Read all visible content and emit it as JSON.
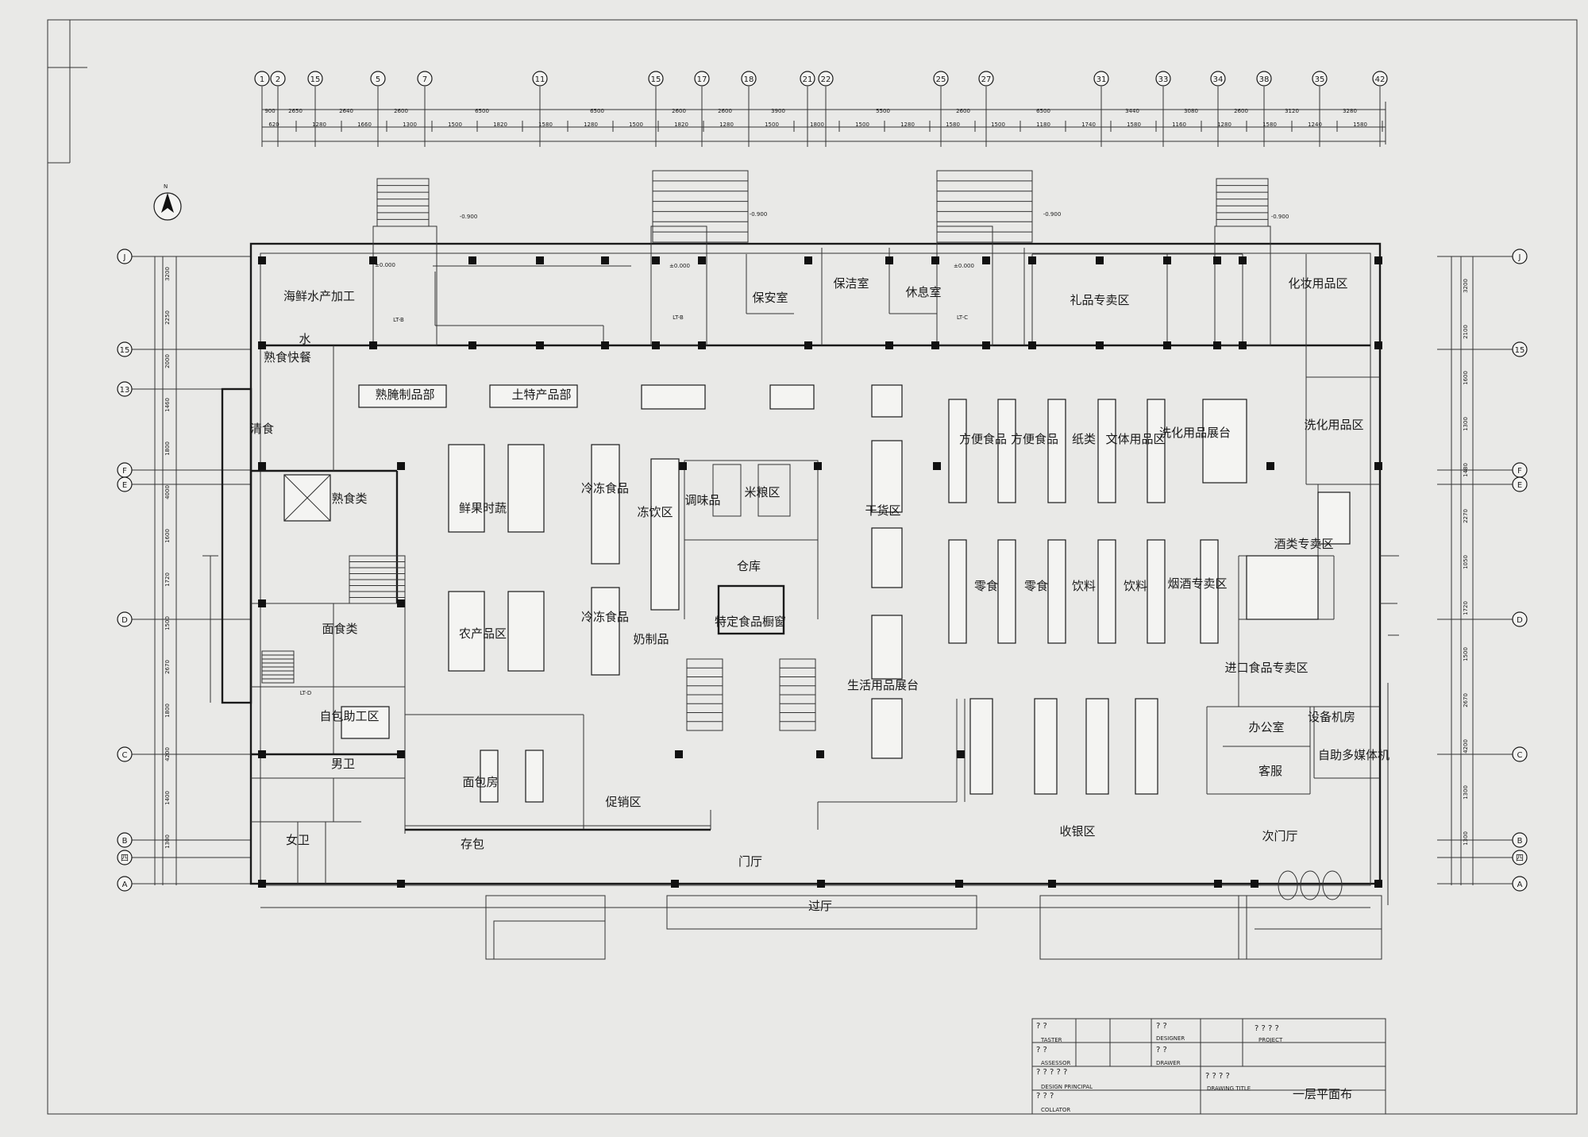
{
  "drawing": {
    "grid_top": [
      "1",
      "2",
      "15",
      "5",
      "7",
      "11",
      "15",
      "17",
      "18",
      "21",
      "22",
      "25",
      "27",
      "31",
      "33",
      "34",
      "38",
      "35",
      "42"
    ],
    "grid_left": [
      "J",
      "15",
      "13",
      "F",
      "E",
      "D",
      "C",
      "B",
      "四",
      "A"
    ],
    "grid_right": [
      "J",
      "15",
      "F",
      "E",
      "D",
      "C",
      "B",
      "四",
      "A"
    ],
    "dims_top_row1": [
      "900",
      "2650",
      "2640",
      "2600",
      "6500",
      "6500",
      "2600",
      "2600",
      "3900",
      "5500",
      "2600",
      "6500",
      "3440",
      "3080",
      "2600",
      "3120",
      "3280"
    ],
    "dims_top_row2": [
      "620",
      "1280",
      "1660",
      "1300",
      "1500",
      "1820",
      "1580",
      "1280",
      "1500",
      "1820",
      "1280",
      "1500",
      "1800",
      "1500",
      "1280",
      "1580",
      "1500",
      "1180",
      "1740",
      "1580",
      "1160",
      "1280",
      "1580",
      "1240",
      "1580"
    ],
    "dims_left": [
      "3200",
      "2250",
      "2000",
      "1460",
      "1800",
      "4000",
      "1600",
      "1720",
      "1500",
      "2670",
      "1800",
      "4200",
      "1400",
      "1300"
    ],
    "dims_right": [
      "3200",
      "2100",
      "1600",
      "1300",
      "1480",
      "2270",
      "1050",
      "1720",
      "1500",
      "2670",
      "4200",
      "1300",
      "1300"
    ],
    "elev": [
      "-0.900",
      "-0.900",
      "-0.900",
      "-0.900",
      "±0.000",
      "±0.000",
      "±0.000"
    ],
    "north": "N",
    "zones": [
      "海鲜水产加工",
      "熟食快餐",
      "水",
      "清食",
      "熟食类",
      "面食类",
      "自包助工区",
      "男卫",
      "女卫",
      "熟腌制品部",
      "土特产品部",
      "鲜果时蔬",
      "农产品区",
      "冷冻食品",
      "冷冻食品",
      "冻饮区",
      "调味品",
      "米粮区",
      "仓库",
      "特定食品橱窗",
      "奶制品",
      "干货区",
      "生活用品展台",
      "面包房",
      "促销区",
      "存包",
      "门厅",
      "过厅",
      "保安室",
      "保洁室",
      "休息室",
      "礼品专卖区",
      "化妆用品区",
      "方便食品",
      "方便食品",
      "纸类",
      "文体用品区",
      "洗化用品展台",
      "洗化用品区",
      "零食",
      "零食",
      "饮料",
      "饮料",
      "烟酒专卖区",
      "酒类专卖区",
      "进口食品专卖区",
      "办公室",
      "设备机房",
      "自助多媒体机",
      "客服",
      "收银区",
      "次门厅"
    ],
    "stair_labels": [
      "LT-B",
      "LT-B",
      "LT-C",
      "LT-D"
    ]
  },
  "title_block": {
    "rows": [
      {
        "cn": "? ?",
        "en": "TASTER"
      },
      {
        "cn": "? ?",
        "en": "ASSESSOR"
      },
      {
        "cn": "? ? ? ? ?",
        "en": "DESIGN PRINCIPAL"
      },
      {
        "cn": "? ? ?",
        "en": "COLLATOR"
      }
    ],
    "designer": {
      "cn": "? ?",
      "en": "DESIGNER"
    },
    "drawer": {
      "cn": "? ?",
      "en": "DRAWER"
    },
    "project": {
      "cn": "? ? ? ?",
      "en": "PROJECT"
    },
    "drawing_title": {
      "cn": "? ? ? ?",
      "en": "DRAWING  TITLE"
    },
    "sheet_name": "一层平面布"
  }
}
